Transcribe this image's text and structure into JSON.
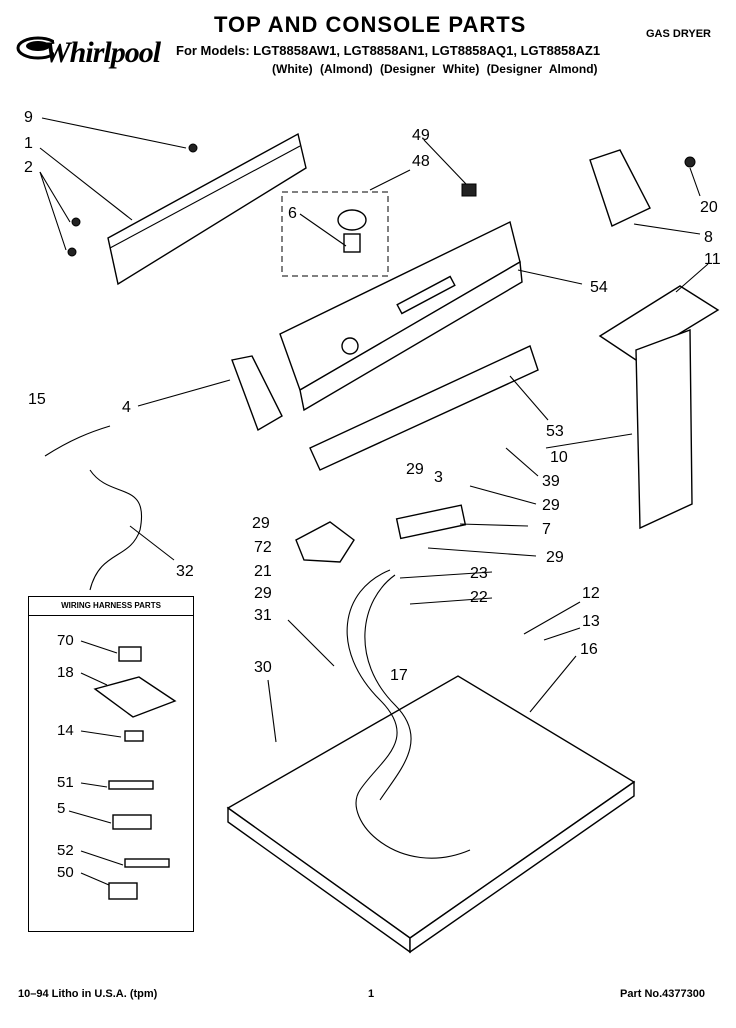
{
  "header": {
    "brand": "Whirlpool",
    "title": "TOP AND CONSOLE PARTS",
    "models": "For Models: LGT8858AW1, LGT8858AN1, LGT8858AQ1, LGT8858AZ1",
    "colors": "(White)      (Almond) (Designer White) (Designer Almond)",
    "product": "GAS DRYER"
  },
  "harness_box": {
    "title": "WIRING HARNESS PARTS",
    "callouts": [
      "70",
      "18",
      "14",
      "51",
      "5",
      "52",
      "50"
    ]
  },
  "callouts": [
    "9",
    "1",
    "2",
    "49",
    "48",
    "6",
    "20",
    "8",
    "11",
    "54",
    "4",
    "15",
    "53",
    "10",
    "39",
    "29",
    "3",
    "29",
    "29",
    "7",
    "29",
    "72",
    "21",
    "29",
    "23",
    "22",
    "31",
    "12",
    "13",
    "16",
    "17",
    "30",
    "32"
  ],
  "footer": {
    "litho": "10–94 Litho in U.S.A. (tpm)",
    "page": "1",
    "part_no": "Part No.4377300"
  }
}
